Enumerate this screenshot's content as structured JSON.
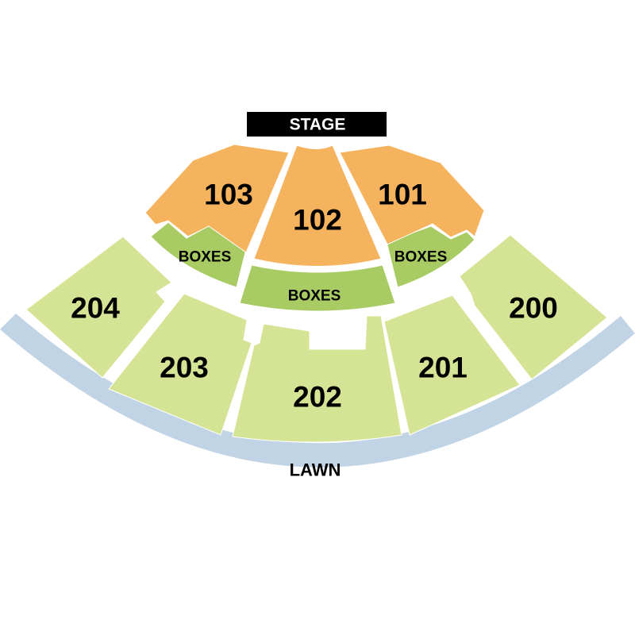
{
  "stage": {
    "label": "STAGE",
    "color": "#000000"
  },
  "lawn": {
    "label": "LAWN",
    "color": "#c1d4e6"
  },
  "colors": {
    "orange": "#f6b35e",
    "boxes": "#a8cc63",
    "green": "#d4e494"
  },
  "sections": {
    "s101": "101",
    "s102": "102",
    "s103": "103",
    "s200": "200",
    "s201": "201",
    "s202": "202",
    "s203": "203",
    "s204": "204"
  },
  "boxes": {
    "left": "BOXES",
    "center": "BOXES",
    "right": "BOXES"
  }
}
